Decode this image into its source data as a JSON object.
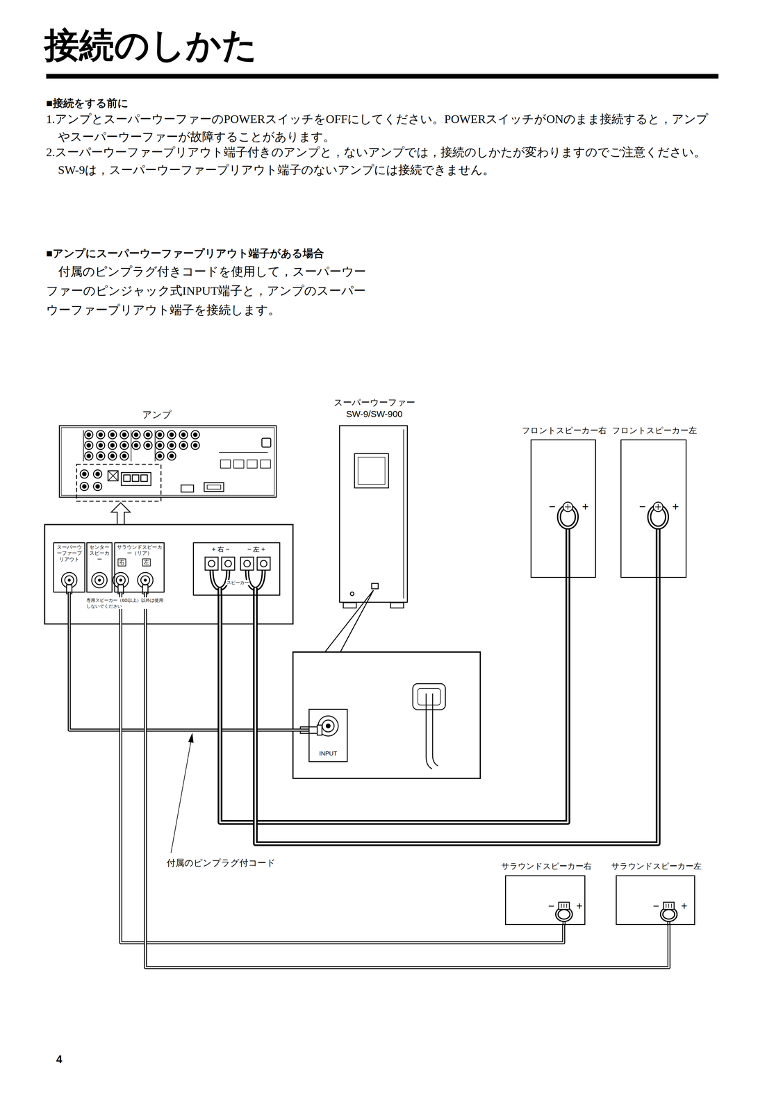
{
  "diagram": {
    "title": "接続のしかた",
    "nodes": [
      {
        "text": [
          "アンプ"
        ]
      },
      {
        "text": [
          "スーパーウーファープリアウト"
        ]
      },
      {
        "text": [
          "センタースピーカー"
        ]
      },
      {
        "text": [
          "サラウンドスピーカー（リア）",
          "右",
          "左"
        ]
      },
      {
        "text": [
          "+ 右 −",
          "− 左 +",
          "スピーカー"
        ]
      },
      {
        "text": [
          "スーパーウーファー SW-9/SW-900"
        ]
      },
      {
        "text": [
          "INPUT"
        ]
      },
      {
        "text": [
          "フロントスピーカー右",
          "−",
          "+"
        ]
      },
      {
        "text": [
          "フロントスピーカー左",
          "−",
          "+"
        ]
      },
      {
        "text": [
          "サラウンドスピーカー右",
          "−",
          "+"
        ]
      },
      {
        "text": [
          "サラウンドスピーカー左",
          "−",
          "+"
        ]
      }
    ],
    "edges": [
      {
        "from": 1,
        "to": 6,
        "arrow": "none"
      },
      {
        "from": 3,
        "to": 9,
        "arrow": "none"
      },
      {
        "from": 3,
        "to": 10,
        "arrow": "none"
      },
      {
        "from": 4,
        "to": 7,
        "arrow": "none"
      },
      {
        "from": 4,
        "to": 8,
        "arrow": "none"
      }
    ],
    "labels": [
      "■接続をする前に",
      "1.アンプとスーパーウーファーのPOWERスイッチをOFFにしてください。POWERスイッチがONのまま接続すると，アンプやスーパーウーファーが故障することがあります。",
      "2.スーパーウーファープリアウト端子付きのアンプと，ないアンプでは，接続のしかたが変わりますのでご注意ください。SW-9は，スーパーウーファープリアウト端子のないアンプには接続できません。",
      "■アンプにスーパーウーファープリアウト端子がある場合",
      "付属のピンプラグ付きコードを使用して，スーパーウーファーのピンジャック式INPUT端子と，アンプのスーパーウーファープリアウト端子を接続します。",
      "専用スピーカー（6Ω以上）以外は使用しないでください",
      "付属のピンプラグ付コード",
      "4"
    ]
  }
}
